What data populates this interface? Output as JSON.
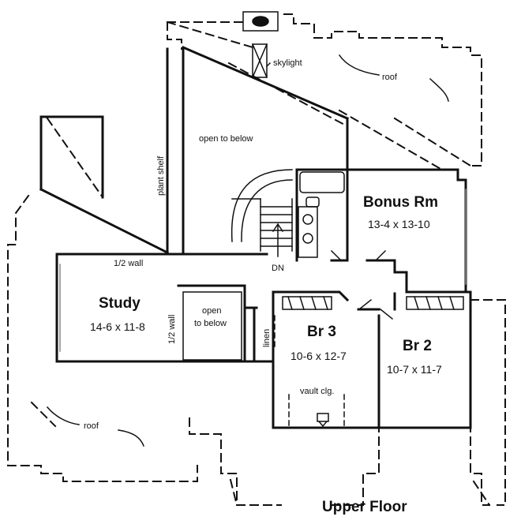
{
  "title": "Upper Floor",
  "rooms": {
    "bonus": {
      "name": "Bonus Rm",
      "size": "13-4 x 13-10"
    },
    "study": {
      "name": "Study",
      "size": "14-6 x 11-8"
    },
    "br3": {
      "name": "Br 3",
      "size": "10-6 x 12-7"
    },
    "br2": {
      "name": "Br 2",
      "size": "10-7 x 11-7"
    }
  },
  "notes": {
    "skylight": "skylight",
    "roof": "roof",
    "open_to_below": "open to below",
    "plant_shelf": "plant shelf",
    "half_wall": "1/2 wall",
    "open": "open",
    "to_below": "to below",
    "linen": "linen",
    "vault": "vault clg.",
    "dn": "DN"
  }
}
